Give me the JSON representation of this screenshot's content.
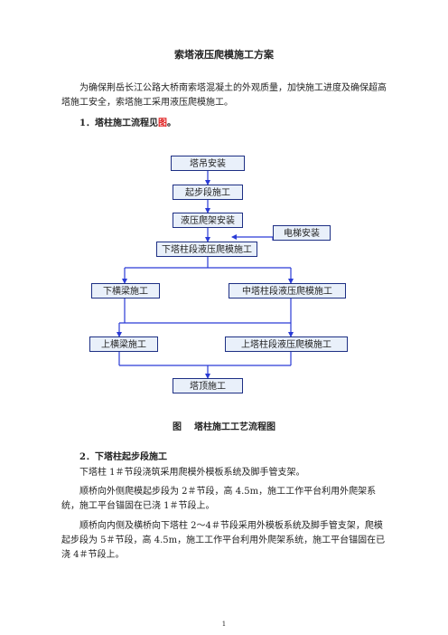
{
  "doc": {
    "title": "索塔液压爬模施工方案",
    "intro": "为确保荆岳长江公路大桥南索塔混凝土的外观质量，加快施工进度及确保超高塔施工安全，索塔施工采用液压爬模施工。",
    "section1": {
      "prefix": "1．塔柱施工流程见",
      "emph": "图",
      "suffix": "。"
    },
    "flow": {
      "tower_crane": "塔吊安装",
      "starting_section": "起步段施工",
      "hydraulic_frame": "液压爬架安装",
      "elevator": "电梯安装",
      "lower_column": "下塔柱段液压爬模施工",
      "lower_beam": "下横梁施工",
      "middle_column": "中塔柱段液压爬模施工",
      "upper_beam": "上横梁施工",
      "upper_column": "上塔柱段液压爬模施工",
      "tower_top": "塔顶施工"
    },
    "caption": {
      "label": "图",
      "text": "塔柱施工工艺流程图"
    },
    "section2": {
      "heading": "2．下塔柱起步段施工",
      "p1": "下塔柱 1＃节段浇筑采用爬模外模板系统及脚手管支架。",
      "p2": "顺桥向外侧爬模起步段为 2＃节段，高 4.5m，施工工作平台利用外爬架系统，施工平台锚固在已浇 1＃节段上。",
      "p3": "顺桥向内侧及横桥向下塔柱 2～4＃节段采用外模板系统及脚手管支架，爬模起步段为 5＃节段，高 4.5m，施工工作平台利用外爬架系统，施工平台锚固在已浇 4＃节段上。"
    },
    "page_number": "1"
  }
}
